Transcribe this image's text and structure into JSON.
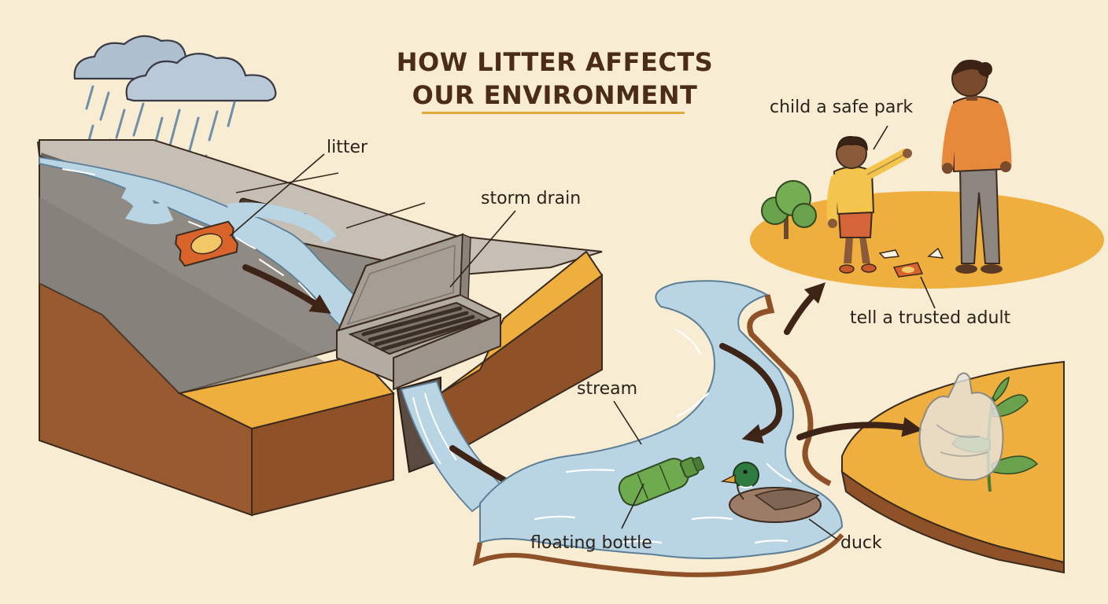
{
  "title": {
    "line1": "HOW LITTER AFFECTS",
    "line2": "OUR ENVIRONMENT"
  },
  "labels": {
    "litter": "litter",
    "storm_drain": "storm drain",
    "child_park": "child a safe park",
    "tell_adult": "tell a trusted adult",
    "stream": "stream",
    "floating_bottle": "floating bottle",
    "duck": "duck"
  },
  "colors": {
    "background": "#f8ecd2",
    "water": "#b9d4e2",
    "soil": "#9a5a30",
    "ground": "#eeaf3f",
    "arrow": "#3d2416",
    "title": "#4a2c17"
  }
}
